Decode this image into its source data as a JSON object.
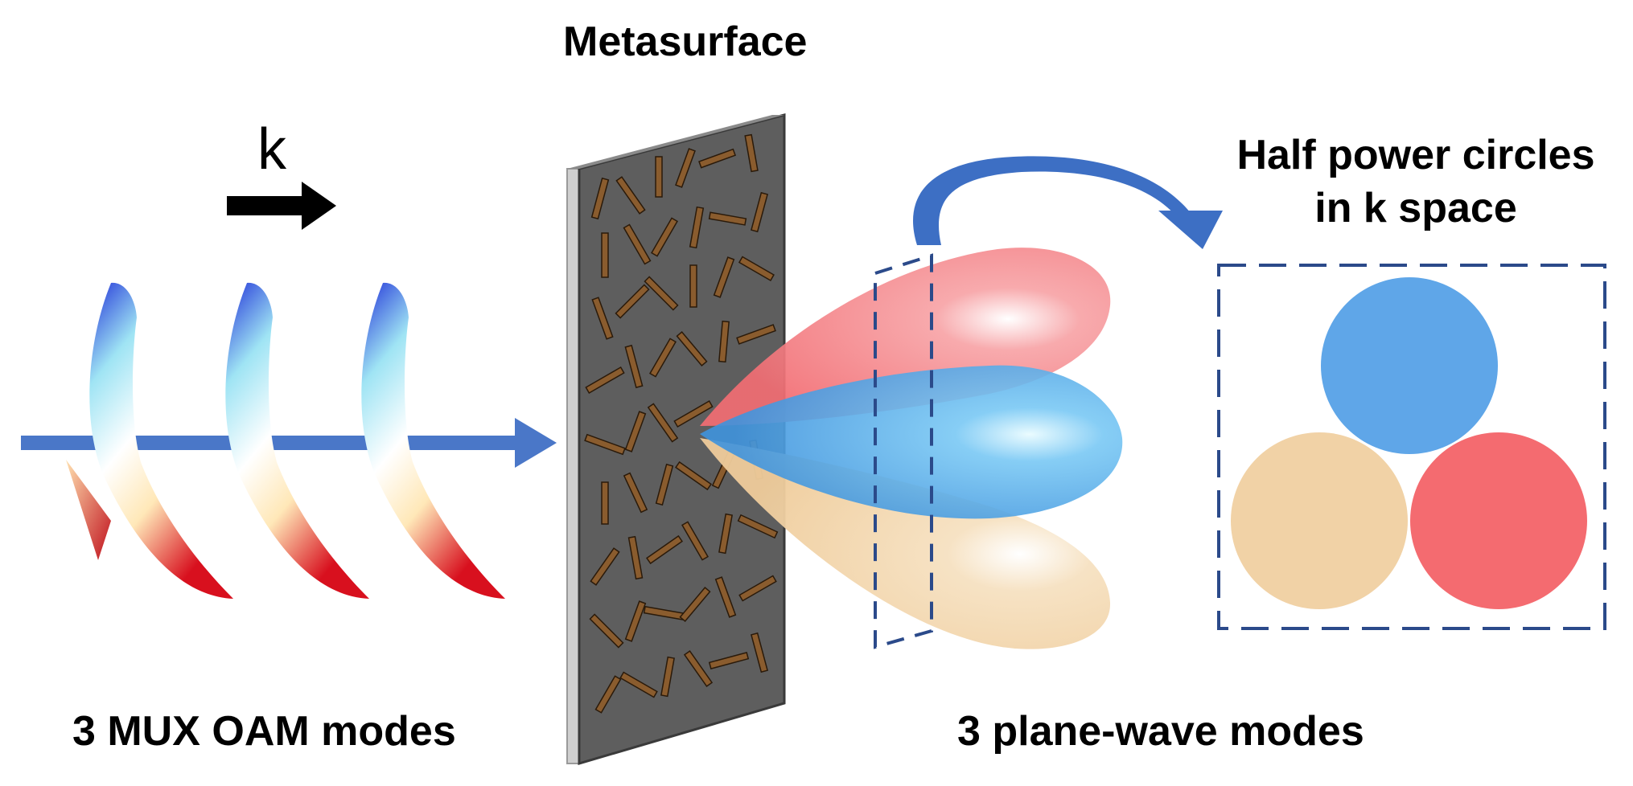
{
  "labels": {
    "metasurface": "Metasurface",
    "wave_vector": "k",
    "half_power_line1": "Half power circles",
    "half_power_line2": "in k space",
    "input_modes": "3 MUX OAM modes",
    "output_modes": "3 plane-wave modes"
  },
  "colors": {
    "beam_red": "#f47a80",
    "beam_blue": "#5aa6e8",
    "beam_tan": "#f1d2a6",
    "circle_blue": "#5fa6e8",
    "circle_tan": "#f1d2a6",
    "circle_red": "#f46b70",
    "dashed_box": "#2b4a8a",
    "arrow_blue": "#3d6fc4",
    "metasurface_face": "#5e5e5e",
    "metasurface_edge": "#3a3a3a",
    "nanoantenna": "#8a5c2e"
  },
  "icons": [
    "k-arrow-icon",
    "propagation-arrow-icon",
    "curved-arrow-icon"
  ]
}
